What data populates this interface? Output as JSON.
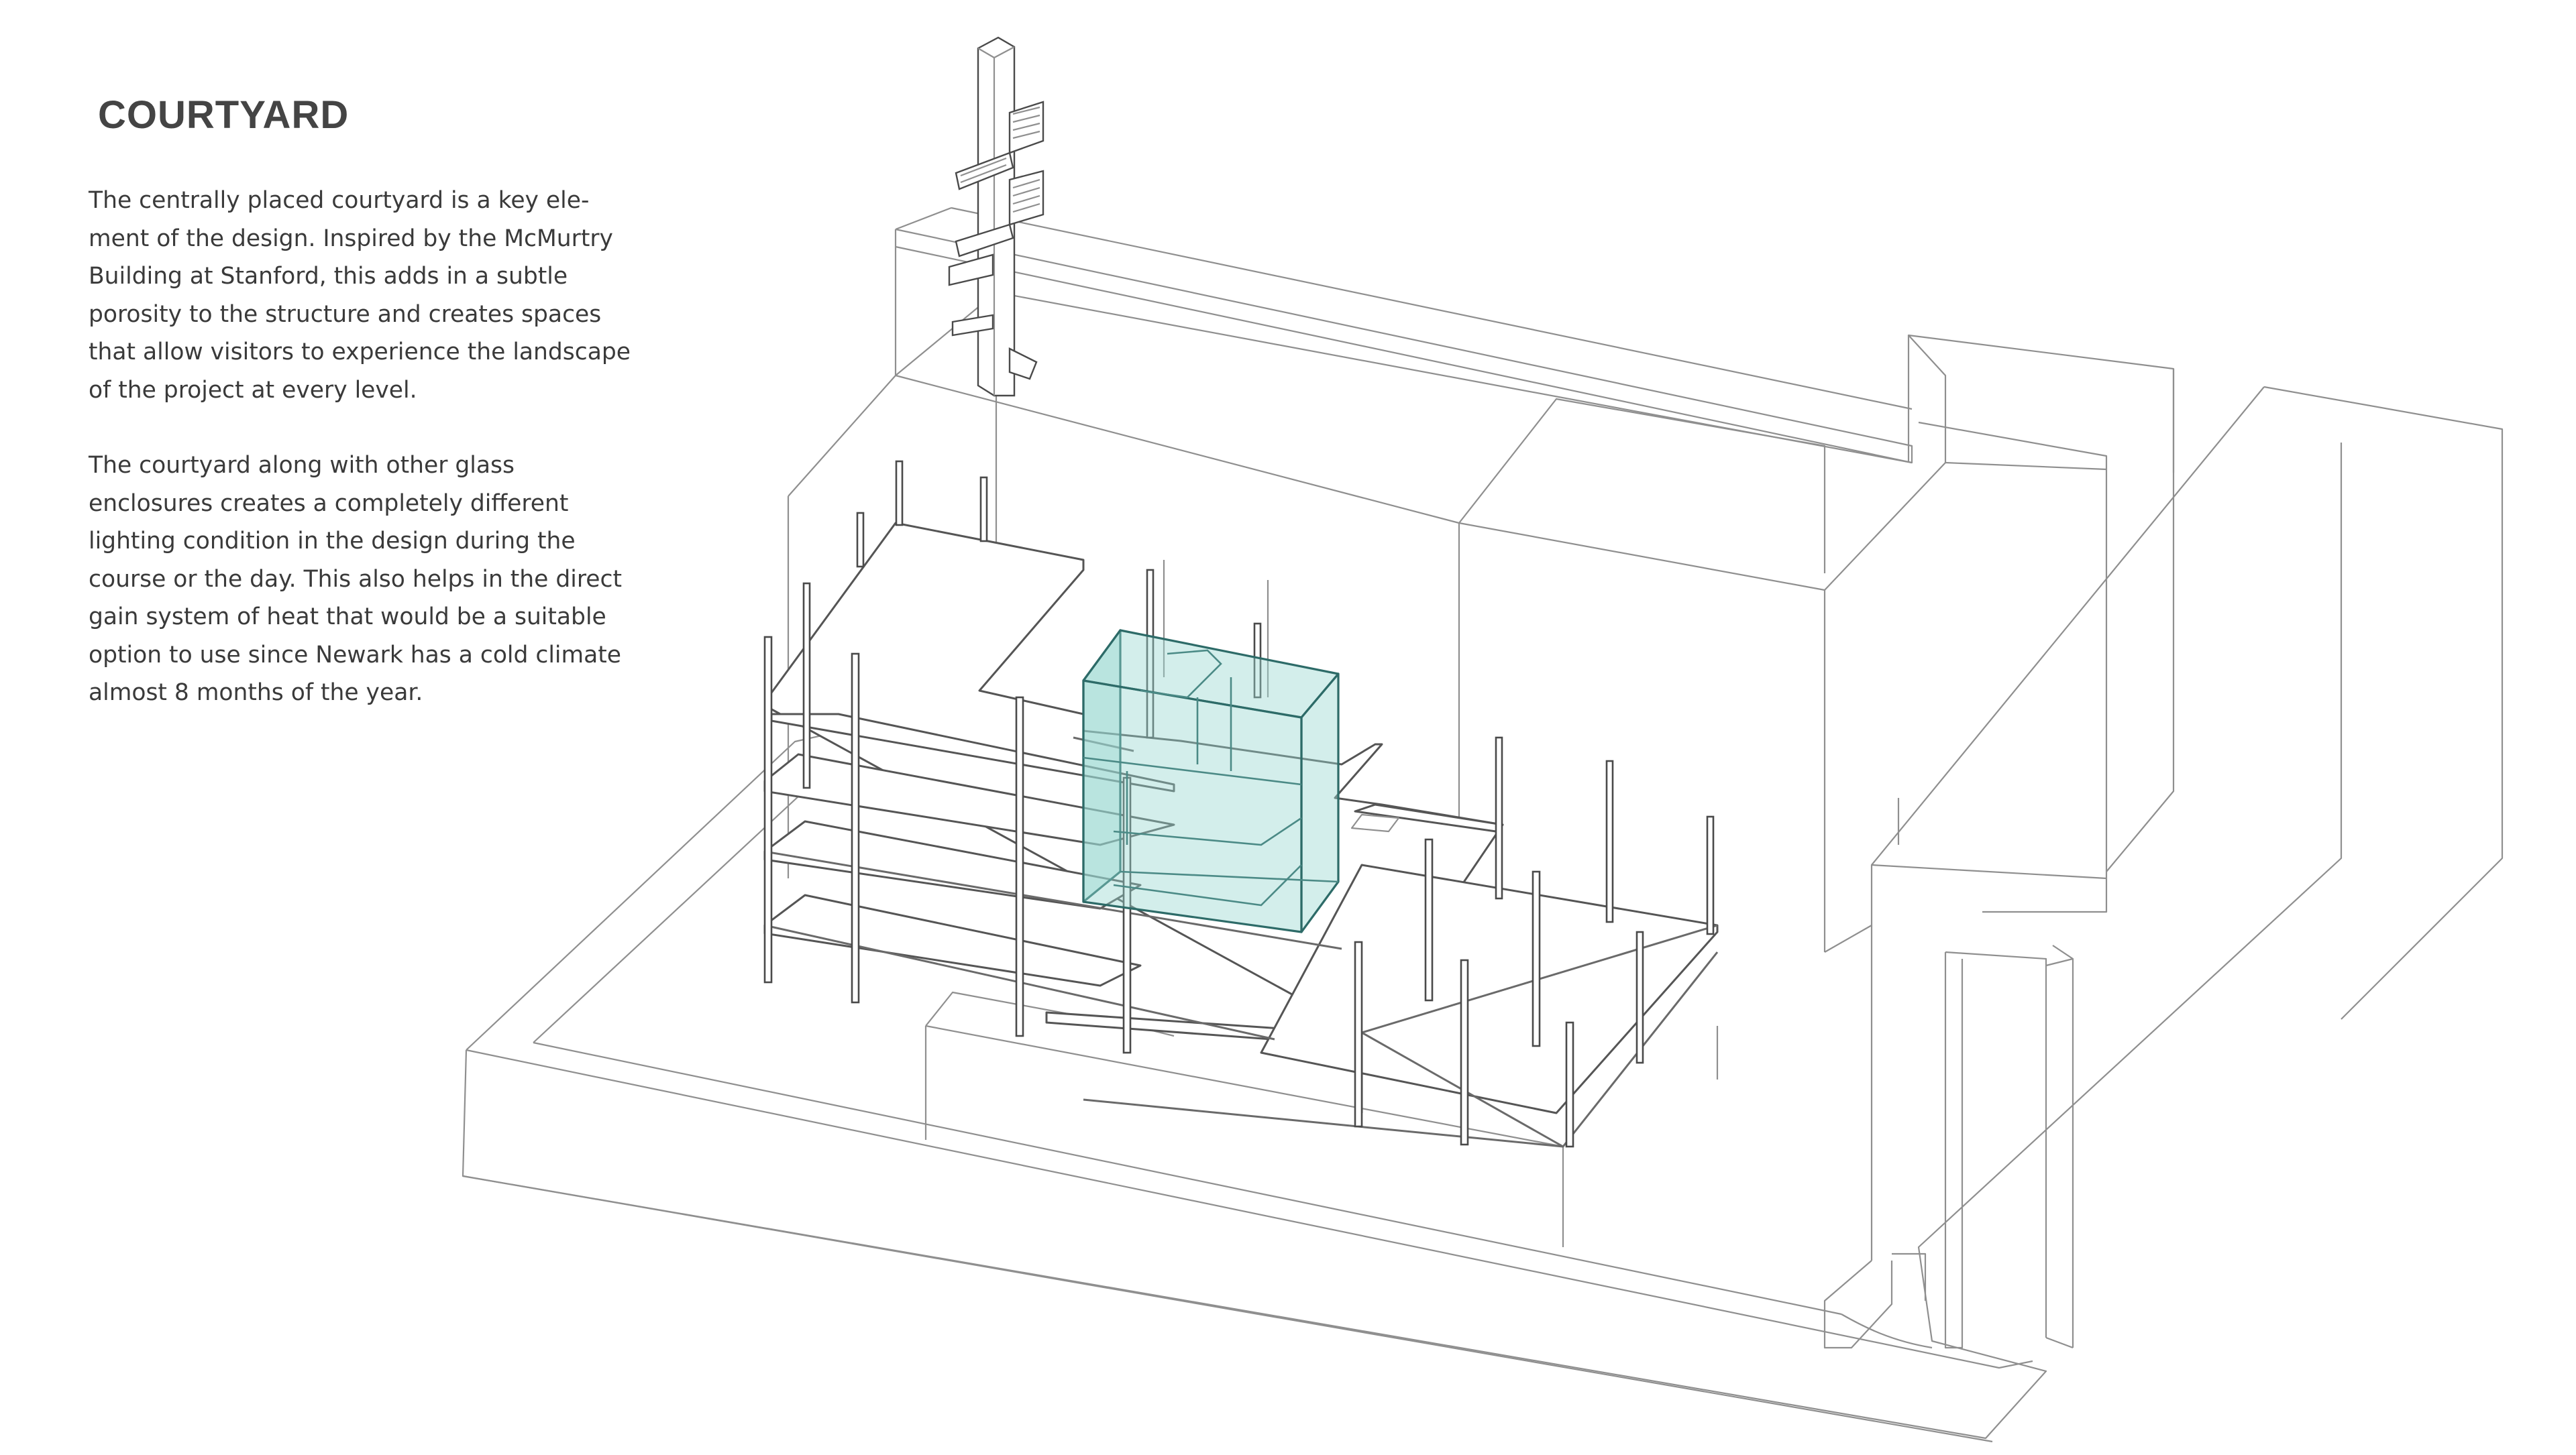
{
  "heading": "COURTYARD",
  "paragraphs": [
    {
      "lines": [
        "The centrally placed courtyard is a key ele-",
        "ment of the design. Inspired by the McMurtry",
        "Building at  Stanford, this adds in a subtle",
        "porosity to the structure and creates spaces",
        "that allow visitors to experience the landscape",
        "of the project at every level."
      ]
    },
    {
      "lines": [
        "The courtyard along with other glass",
        "enclosures creates a completely different",
        "lighting condition in the design during the",
        "course or the day. This also helps in the direct",
        "gain system of heat that would be a suitable",
        "option to use since Newark has a cold climate",
        "almost 8 months of the year."
      ]
    }
  ],
  "colors": {
    "glass": "#96d6d0",
    "glass_edge": "#2d6b68",
    "linework": "#8f8f8f",
    "text": "#3a3a3a"
  }
}
